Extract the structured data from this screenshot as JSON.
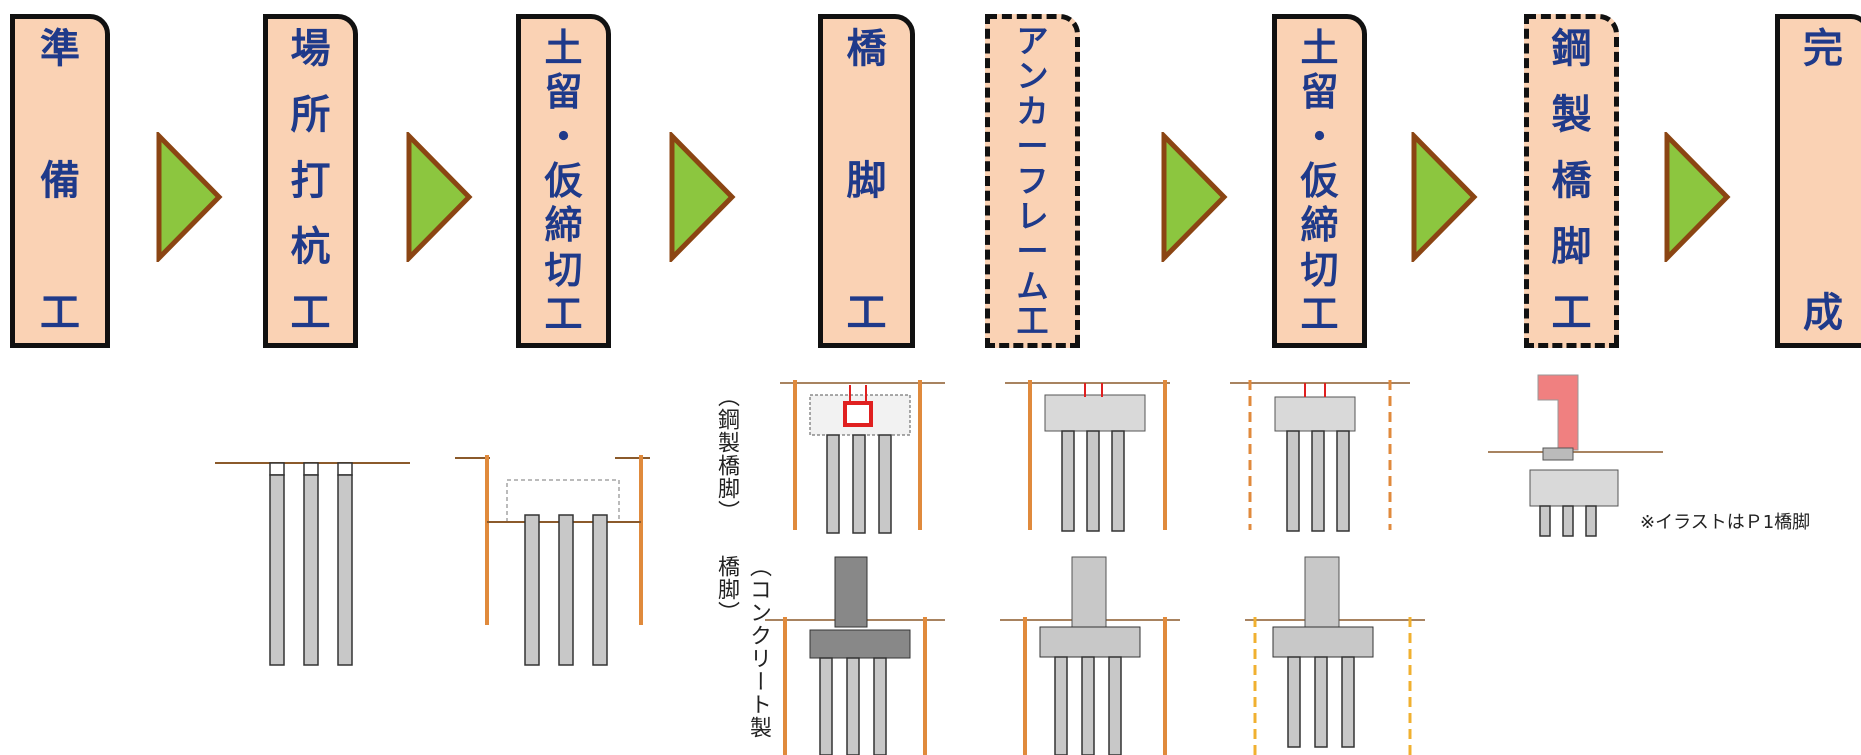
{
  "steps": [
    {
      "id": "junbi",
      "chars": [
        "準",
        "備",
        "工"
      ],
      "dashed": false
    },
    {
      "id": "bashouchi",
      "chars": [
        "場",
        "所",
        "打",
        "杭",
        "工"
      ],
      "dashed": false
    },
    {
      "id": "dodome1",
      "chars": [
        "土",
        "留",
        "・",
        "仮",
        "締",
        "切",
        "工"
      ],
      "dashed": false
    },
    {
      "id": "kyoukyaku",
      "chars": [
        "橋",
        "脚",
        "工"
      ],
      "dashed": false
    },
    {
      "id": "anchor",
      "chars": [
        "ア",
        "ン",
        "カ",
        "ー",
        "フ",
        "レ",
        "ー",
        "ム",
        "工"
      ],
      "dashed": true
    },
    {
      "id": "dodome2",
      "chars": [
        "土",
        "留",
        "・",
        "仮",
        "締",
        "切",
        "工"
      ],
      "dashed": false
    },
    {
      "id": "koseikyoukyaku",
      "chars": [
        "鋼",
        "製",
        "橋",
        "脚",
        "工"
      ],
      "dashed": true
    },
    {
      "id": "kansei",
      "chars": [
        "完",
        "成"
      ],
      "dashed": false
    }
  ],
  "side_labels": {
    "steel": "（鋼製橋脚）",
    "concrete": "（コンクリート製橋脚）"
  },
  "note": "※イラストはＰ1橋脚",
  "colors": {
    "box_fill": "#fad2b4",
    "text": "#1f3a8a",
    "arrow_fill": "#8cc63f",
    "arrow_stroke": "#8b4513",
    "sheet_pile": "#e08a3c",
    "steel_red": "#f08080"
  }
}
